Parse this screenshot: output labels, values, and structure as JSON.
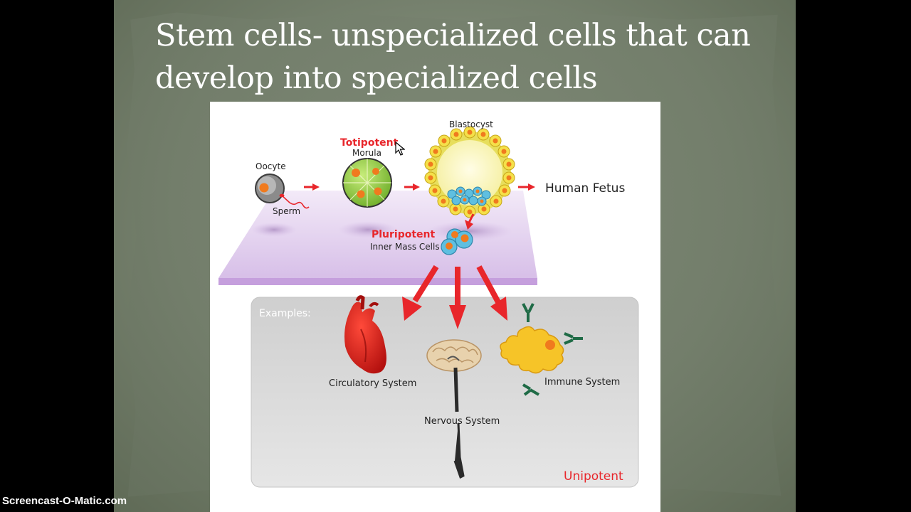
{
  "slide": {
    "title_line1": "Stem cells- unspecialized cells that can",
    "title_line2": "develop into specialized cells"
  },
  "diagram": {
    "oocyte_label": "Oocyte",
    "sperm_label": "Sperm",
    "totipotent_label": "Totipotent",
    "morula_label": "Morula",
    "blastocyst_label": "Blastocyst",
    "fetus_label": "Human Fetus",
    "pluripotent_label": "Pluripotent",
    "inner_mass_label": "Inner Mass Cells",
    "examples_label": "Examples:",
    "circulatory_label": "Circulatory System",
    "nervous_label": "Nervous System",
    "immune_label": "Immune System",
    "unipotent_label": "Unipotent"
  },
  "colors": {
    "potency_red": "#e8262b",
    "platform_lilac": "#dcc6ec",
    "panel_gray": "#d5d5d5"
  },
  "overlay": {
    "watermark": "Screencast-O-Matic.com"
  }
}
